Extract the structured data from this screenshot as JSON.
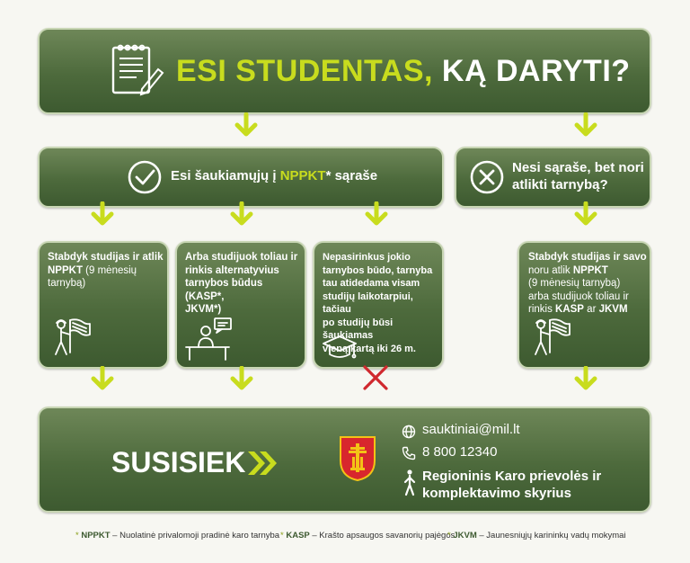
{
  "title": {
    "part1": "ESI STUDENTAS,",
    "part2": "KĄ DARYTI?"
  },
  "list_box": {
    "pre": "Esi šaukiamųjų į ",
    "highlight": "NPPKT",
    "post": "* sąraše"
  },
  "not_list_box": {
    "line1": "Nesi sąraše, bet nori",
    "line2": "atlikti tarnybą?"
  },
  "option1": {
    "line1": "Stabdyk studijas ir atlik",
    "line2_bold": "NPPKT",
    "line2": " (9 mėnesių",
    "line3": "tarnybą)"
  },
  "option2": {
    "line1": "Arba studijuok toliau ir",
    "line2": "rinkis alternatyvius",
    "line3a": "tarnybos būdus (",
    "kasp": "KASP",
    "line3b": "*,",
    "jkvm": "JKVM",
    "line4b": "*)"
  },
  "option3": {
    "lines": [
      "Nepasirinkus jokio",
      "tarnybos būdo, tarnyba",
      "tau atidedama visam",
      "studijų laikotarpiui, tačiau",
      "po studijų būsi šaukiamas",
      "vieną kartą iki 26 m."
    ]
  },
  "option4": {
    "line1": "Stabdyk studijas ir savo",
    "line2a": "noru atlik ",
    "nppkt": "NPPKT",
    "line3": "(9 mėnesių tarnybą)",
    "line4": "arba studijuok toliau ir",
    "line5a": "rinkis ",
    "kasp": "KASP",
    "line5b": " ar ",
    "jkvm": "JKVM"
  },
  "contact": {
    "heading": "SUSISIEK",
    "email": "sauktiniai@mil.lt",
    "phone": "8 800 12340",
    "office_line1": "Regioninis Karo prievolės ir",
    "office_line2": "komplektavimo skyrius"
  },
  "footnotes": [
    {
      "star": "*",
      "key": "NPPKT",
      "text": " – Nuolatinė privalomoji pradinė karo tarnyba"
    },
    {
      "star": "*",
      "key": "KASP",
      "text": " – Krašto apsaugos savanorių pajėgos"
    },
    {
      "star": "*",
      "key": "JKVM",
      "text": " – Jaunesniųjų karininkų vadų mokymai"
    }
  ],
  "colors": {
    "lime": "#c8dc1e",
    "green_dark": "#3d5a30",
    "green_mid": "#4d6a3c",
    "cross_red": "#d0282e",
    "background": "#f7f7f2"
  },
  "icons": [
    "document-pen-icon",
    "check-circle-icon",
    "x-circle-icon",
    "soldier-flag-icon",
    "desk-person-icon",
    "graduation-cap-icon",
    "red-x-icon",
    "globe-icon",
    "phone-icon",
    "person-walking-icon",
    "coat-of-arms-icon",
    "double-chevron-icon"
  ]
}
